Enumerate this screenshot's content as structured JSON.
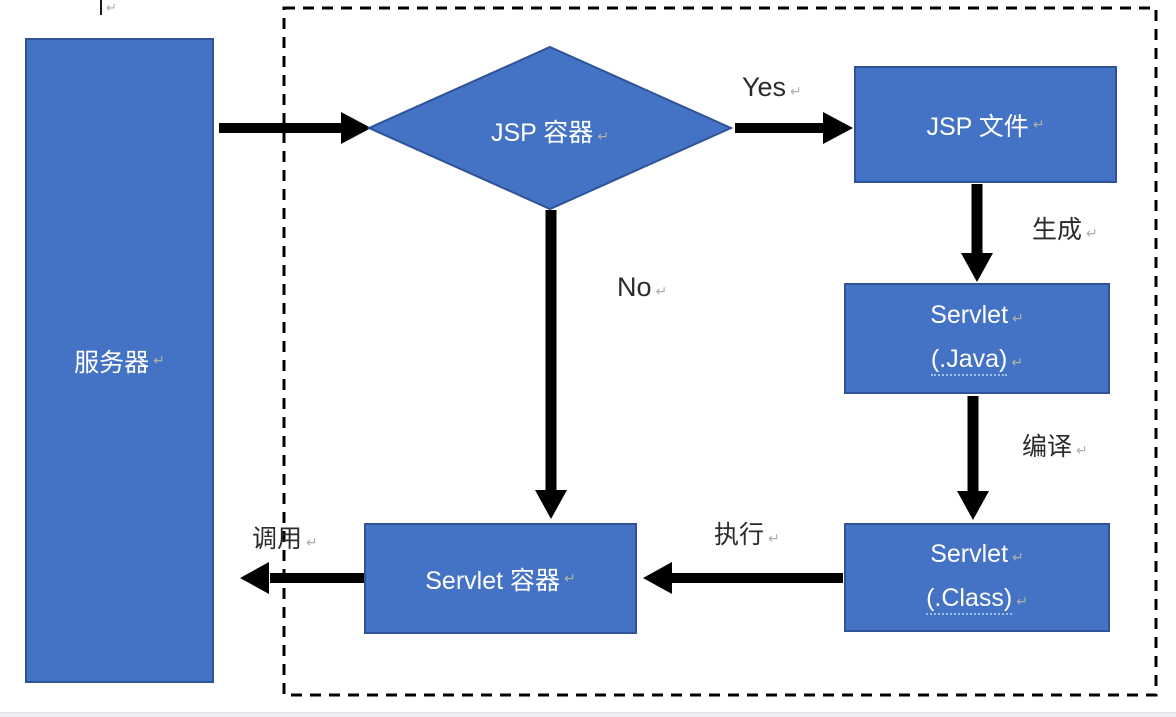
{
  "diagram": {
    "nodes": {
      "server": {
        "label": "服务器"
      },
      "jsp_container": {
        "label": "JSP 容器"
      },
      "jsp_file": {
        "label": "JSP 文件"
      },
      "servlet_java": {
        "line1": "Servlet",
        "line2": "(.Java)"
      },
      "servlet_class": {
        "line1": "Servlet",
        "line2": "(.Class)"
      },
      "servlet_container": {
        "label": "Servlet 容器"
      }
    },
    "edges": [
      {
        "from": "server",
        "to": "jsp_container",
        "label": ""
      },
      {
        "from": "jsp_container",
        "to": "jsp_file",
        "label": "Yes"
      },
      {
        "from": "jsp_file",
        "to": "servlet_java",
        "label": "生成"
      },
      {
        "from": "servlet_java",
        "to": "servlet_class",
        "label": "编译"
      },
      {
        "from": "servlet_class",
        "to": "servlet_container",
        "label": "执行"
      },
      {
        "from": "jsp_container",
        "to": "servlet_container",
        "label": "No"
      },
      {
        "from": "servlet_container",
        "to": "outside",
        "label": "调用"
      }
    ],
    "paragraph_mark": "↵",
    "colors": {
      "node_fill": "#4472C4",
      "node_border": "#2F5496",
      "arrow": "#000000",
      "dashed_boundary": "#000000",
      "edge_label_text": "#2B2B2B",
      "formatting_mark": "#AEB0A9"
    }
  }
}
